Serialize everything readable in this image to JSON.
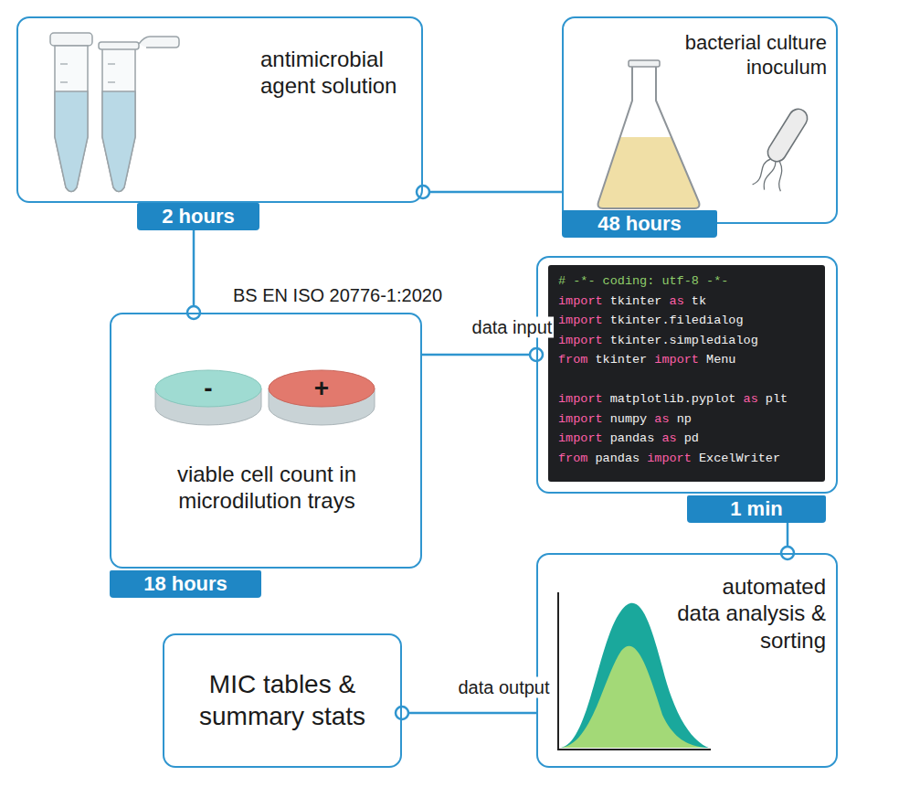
{
  "diagram": {
    "nodes": [
      {
        "text": [
          "antimicrobial agent solution",
          "2 hours"
        ]
      },
      {
        "text": [
          "bacterial culture inoculum",
          "48 hours"
        ]
      },
      {
        "text": [
          "viable cell count in microdilution trays",
          "18 hours"
        ]
      },
      {
        "text": [
          "# -*- coding: utf-8 -*-",
          "import tkinter as tk",
          "import tkinter.filedialog",
          "import tkinter.simpledialog",
          "from tkinter import Menu",
          "import matplotlib.pyplot as plt",
          "import numpy as np",
          "import pandas as pd",
          "from pandas import ExcelWriter",
          "1 min"
        ]
      },
      {
        "text": [
          "automated data analysis & sorting"
        ]
      },
      {
        "text": [
          "MIC tables & summary stats"
        ]
      }
    ],
    "edges": [
      {
        "from": 0,
        "to": 1,
        "arrow": "none"
      },
      {
        "from": 0,
        "to": 2,
        "arrow": "none"
      },
      {
        "from": 2,
        "to": 3,
        "label": "data input",
        "arrow": "none"
      },
      {
        "from": 3,
        "to": 4,
        "arrow": "none"
      },
      {
        "from": 4,
        "to": 5,
        "label": "data output",
        "arrow": "none"
      }
    ],
    "labels": [
      "BS EN ISO 20776-1:2020",
      "-",
      "+"
    ]
  }
}
